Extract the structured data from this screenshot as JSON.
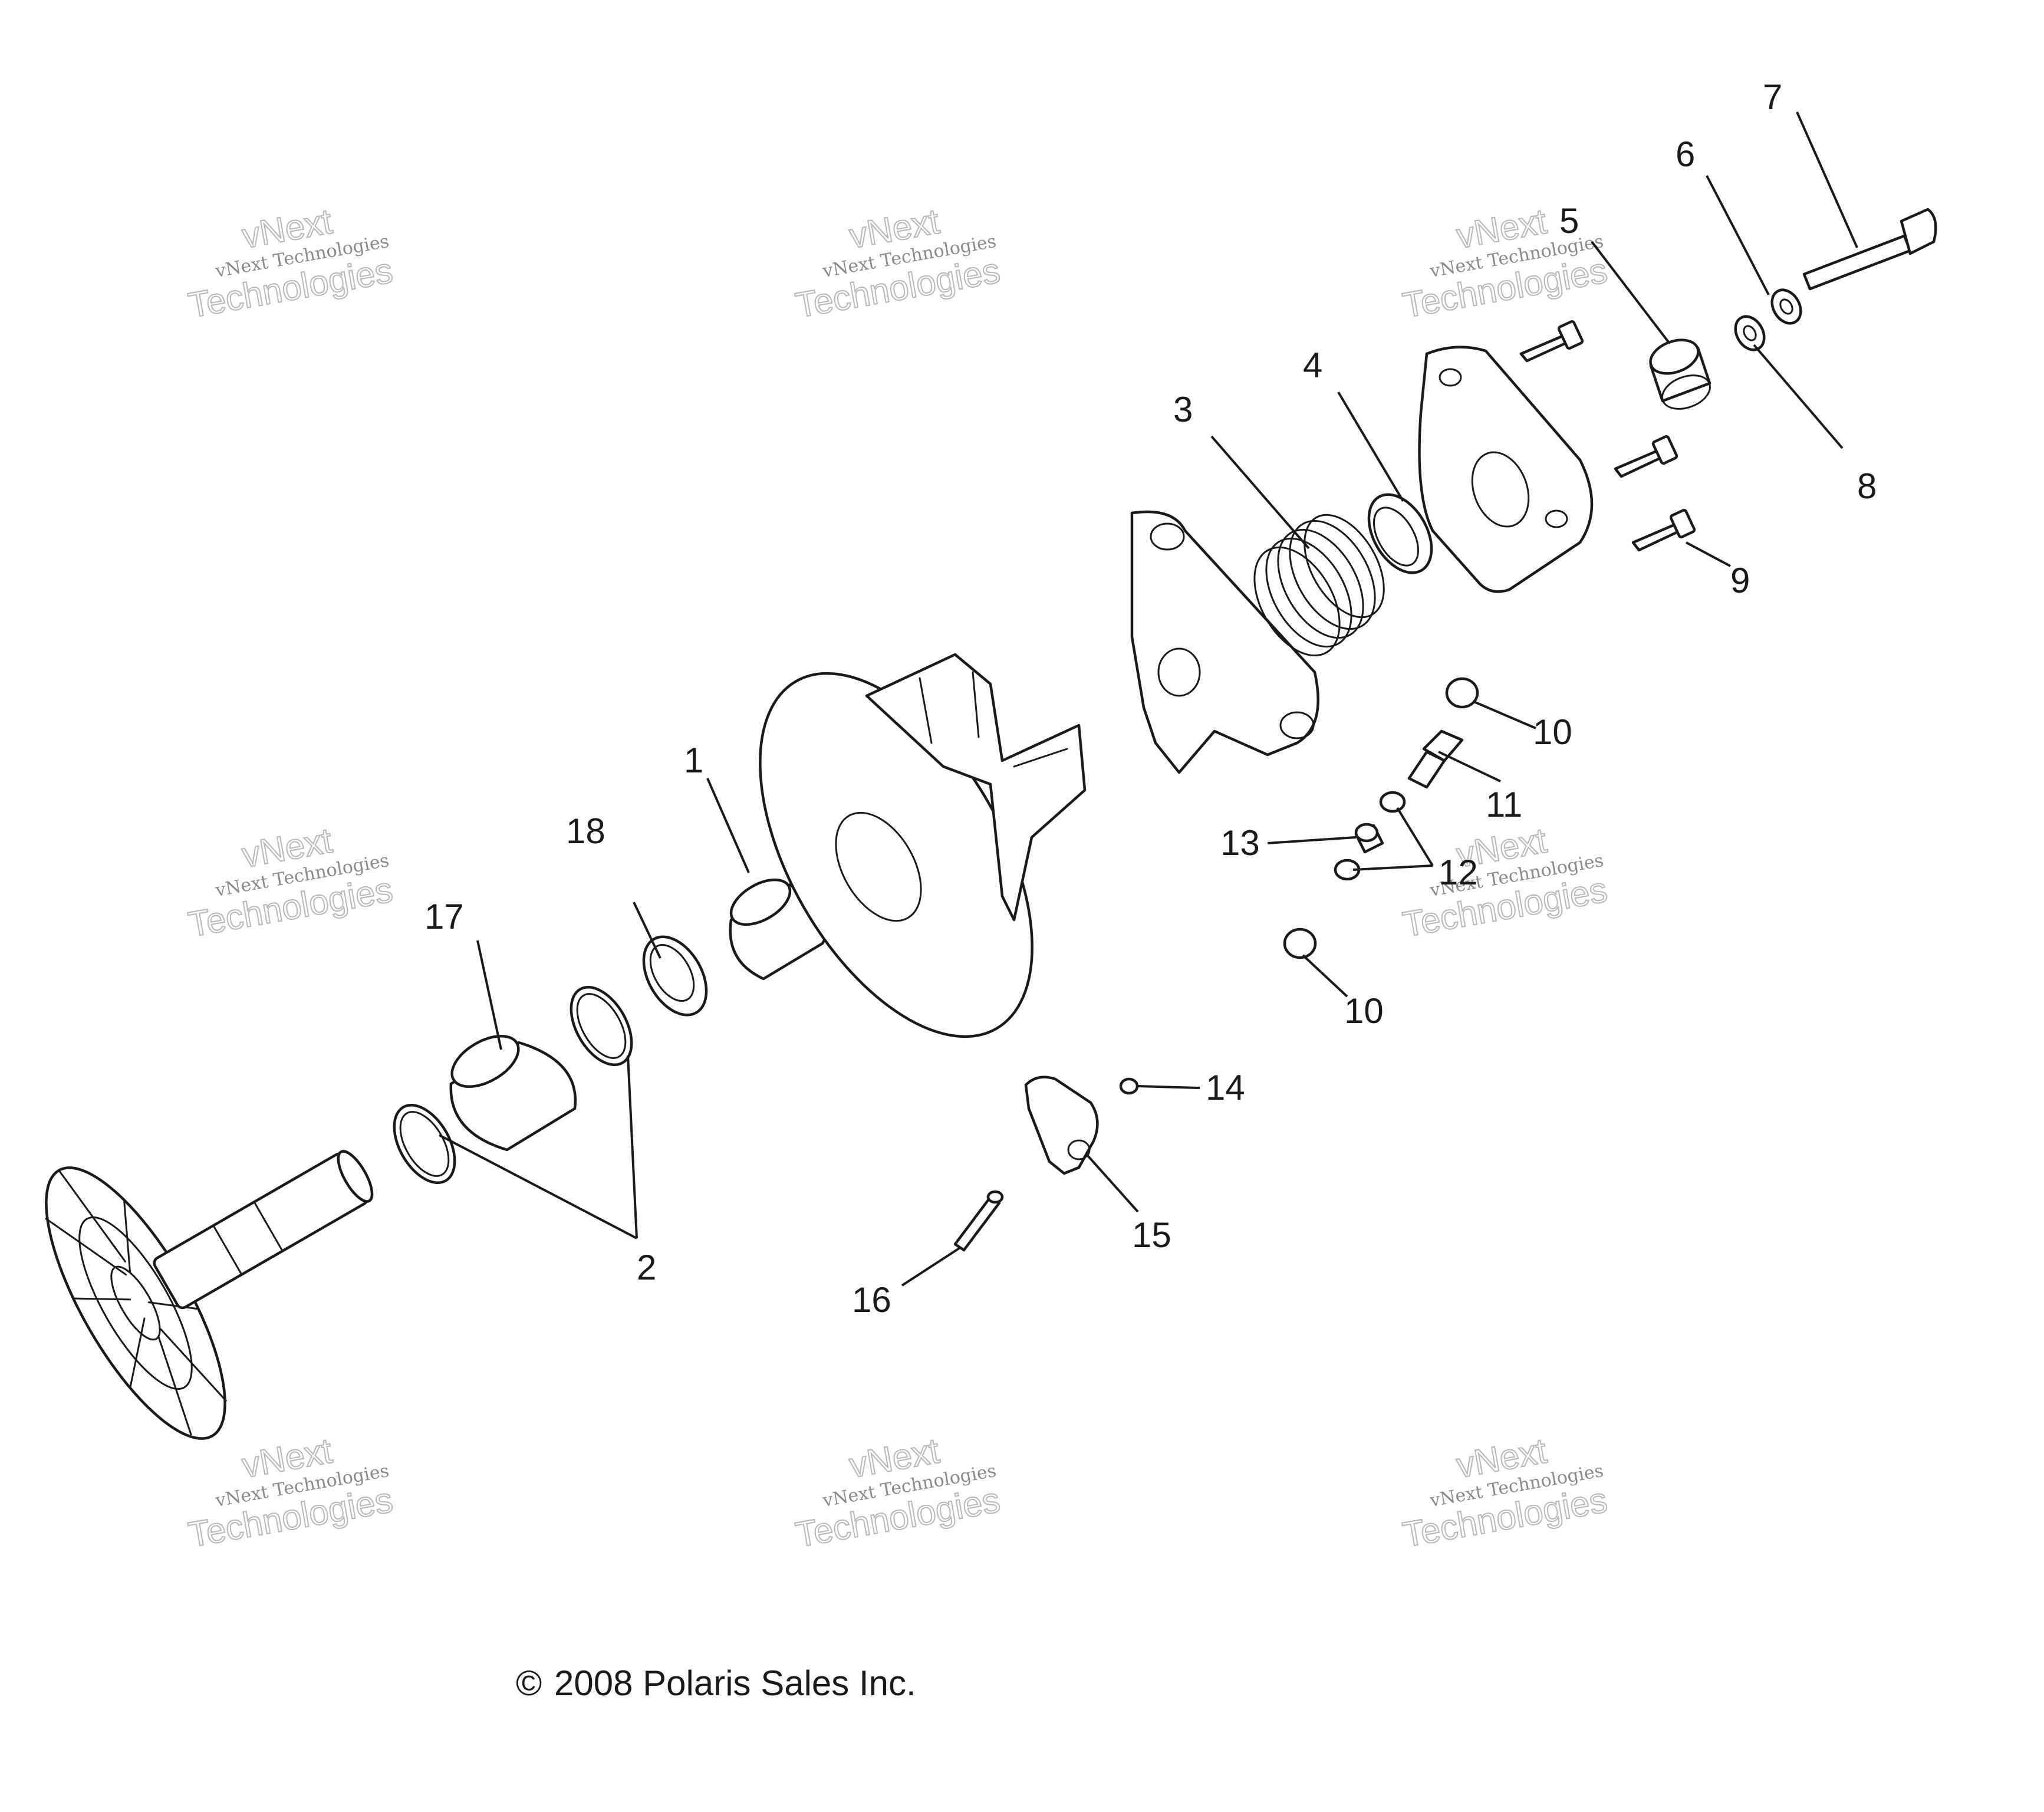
{
  "callouts": {
    "c1": "1",
    "c2": "2",
    "c3": "3",
    "c4": "4",
    "c5": "5",
    "c6": "6",
    "c7": "7",
    "c8": "8",
    "c9": "9",
    "c10a": "10",
    "c10b": "10",
    "c11": "11",
    "c12": "12",
    "c13": "13",
    "c14": "14",
    "c15": "15",
    "c16": "16",
    "c17": "17",
    "c18": "18"
  },
  "watermark": {
    "brand": "vNext Technologies",
    "line1": "vNext",
    "line2": "Technologies"
  },
  "copyright": {
    "symbol": "©",
    "text": "2008 Polaris Sales Inc."
  }
}
